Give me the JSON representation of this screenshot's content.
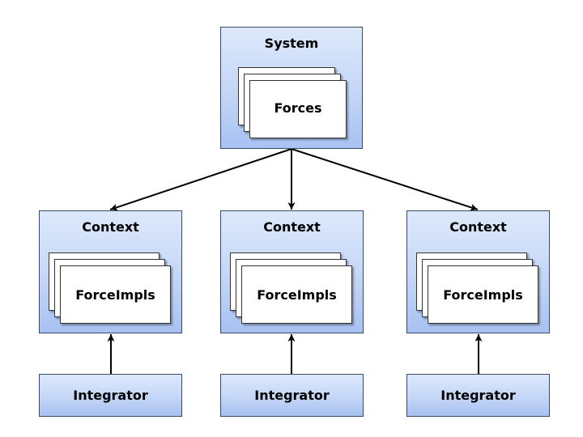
{
  "system": {
    "title": "System",
    "inner_label": "Forces"
  },
  "contexts": [
    {
      "title": "Context",
      "inner_label": "ForceImpls",
      "integrator": "Integrator"
    },
    {
      "title": "Context",
      "inner_label": "ForceImpls",
      "integrator": "Integrator"
    },
    {
      "title": "Context",
      "inner_label": "ForceImpls",
      "integrator": "Integrator"
    }
  ],
  "colors": {
    "box_top": "#dde8fb",
    "box_bottom": "#a8c1f1",
    "border": "#3a4a6a",
    "arrow": "#000000"
  }
}
